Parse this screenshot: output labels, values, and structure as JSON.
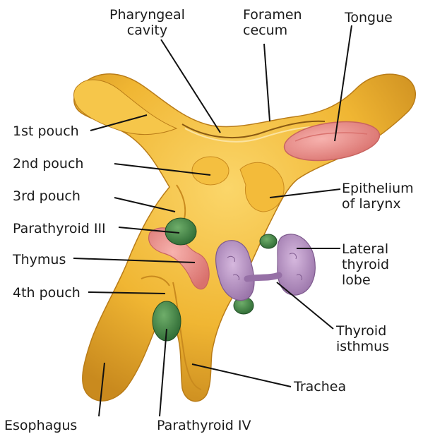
{
  "labels": {
    "pharyngeal_cavity": [
      "Pharyngeal",
      "cavity"
    ],
    "foramen_cecum": [
      "Foramen",
      "cecum"
    ],
    "tongue": "Tongue",
    "first_pouch": "1st pouch",
    "second_pouch": "2nd pouch",
    "third_pouch": "3rd pouch",
    "parathyroid_iii": "Parathyroid III",
    "thymus": "Thymus",
    "fourth_pouch": "4th pouch",
    "esophagus": "Esophagus",
    "parathyroid_iv": "Parathyroid IV",
    "trachea": "Trachea",
    "epithelium_of_larynx": [
      "Epithelium",
      "of larynx"
    ],
    "lateral_thyroid_lobe": [
      "Lateral",
      "thyroid",
      "lobe"
    ],
    "thyroid_isthmus": [
      "Thyroid",
      "isthmus"
    ]
  },
  "colors": {
    "endoderm": "#f0b633",
    "endoderm_shadow": "#c98a1e",
    "endoderm_highlight": "#fbd66a",
    "tongue": "#ec8f8c",
    "thymus": "#e58a86",
    "parathyroid": "#3f7f44",
    "thyroid": "#b48fc0",
    "leader_line": "#111111"
  }
}
